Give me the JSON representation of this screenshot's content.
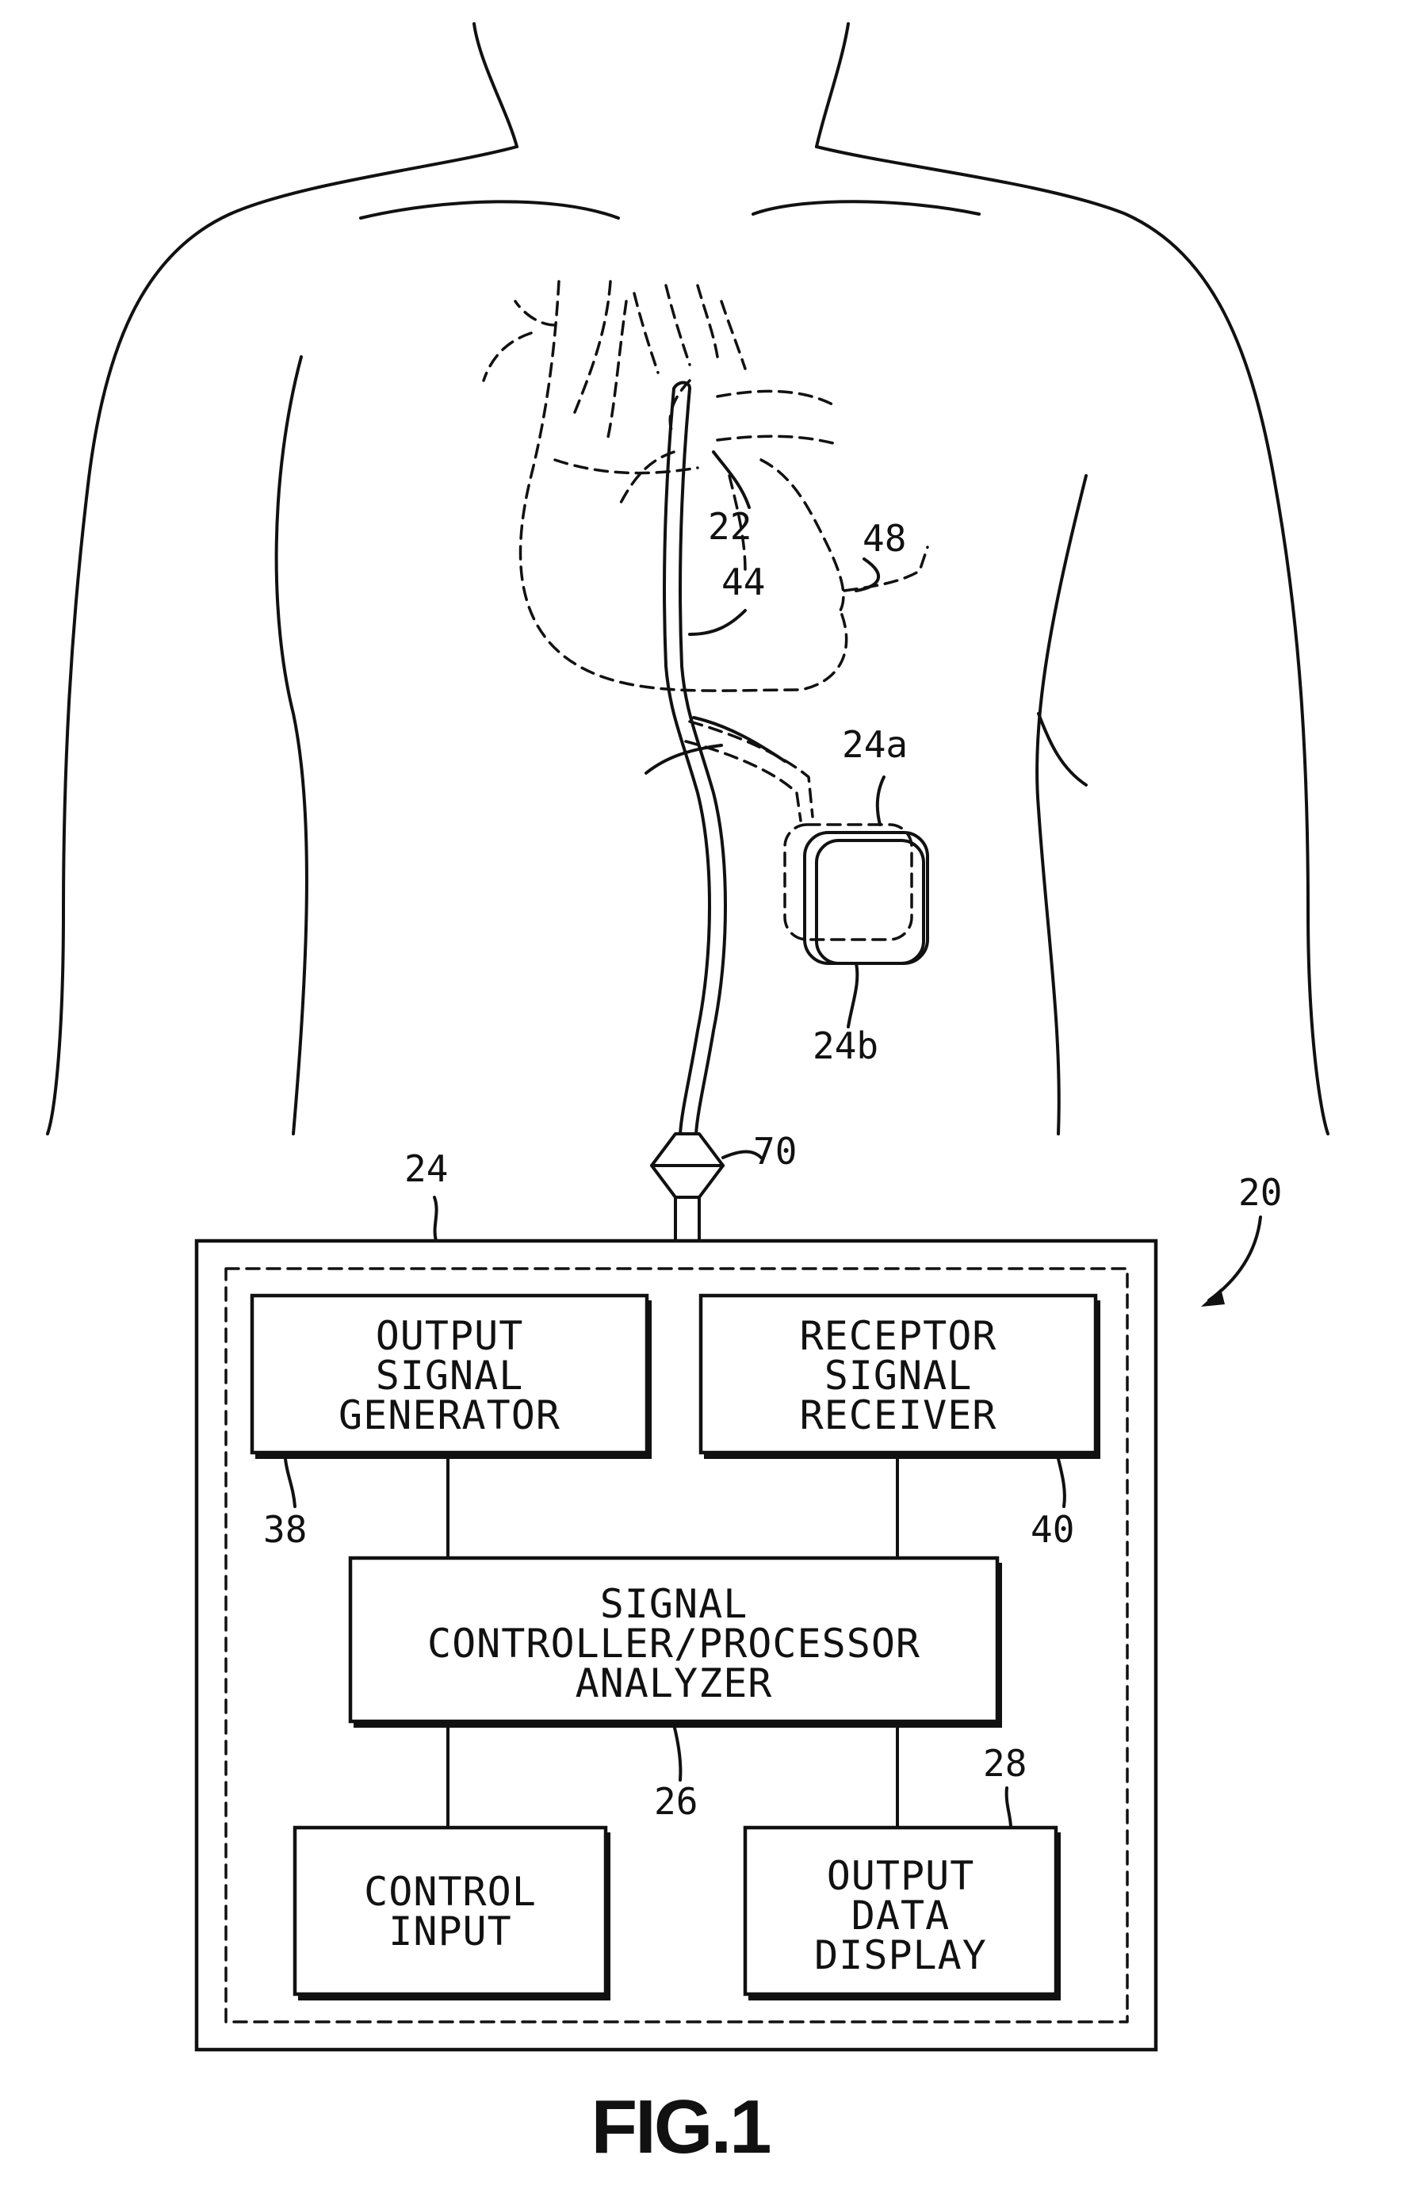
{
  "figure": {
    "caption": "FIG.1"
  },
  "reference_numerals": {
    "system": "20",
    "device": "24",
    "connector": "70",
    "heart": "48",
    "lead": "44",
    "electrode_tip": "22",
    "receptor_a": "24a",
    "receptor_b": "24b",
    "output_signal_generator": "38",
    "receptor_signal_receiver": "40",
    "signal_processor": "26",
    "output_data_display": "28"
  },
  "blocks": {
    "output_signal_generator": [
      "OUTPUT",
      "SIGNAL",
      "GENERATOR"
    ],
    "receptor_signal_receiver": [
      "RECEPTOR",
      "SIGNAL",
      "RECEIVER"
    ],
    "signal_processor": [
      "SIGNAL",
      "CONTROLLER/PROCESSOR",
      "ANALYZER"
    ],
    "control_input": [
      "CONTROL",
      "INPUT"
    ],
    "output_data_display": [
      "OUTPUT",
      "DATA",
      "DISPLAY"
    ]
  }
}
